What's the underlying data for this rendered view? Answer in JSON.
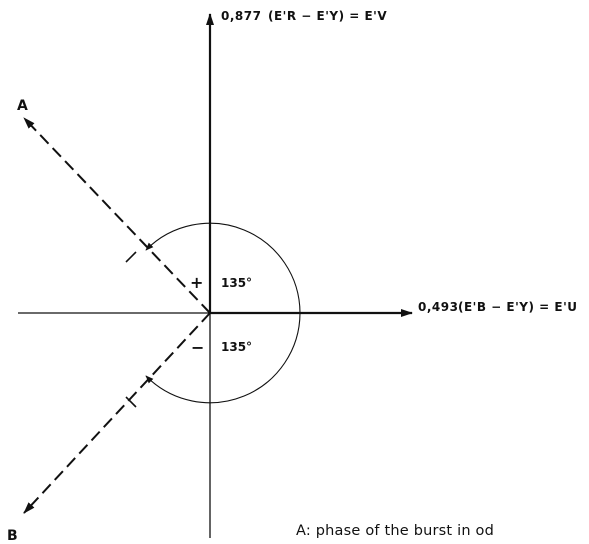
{
  "axes": {
    "vertical_coefficient": "0,877",
    "vertical_formula": "(E'R − E'Y) = E'V",
    "horizontal_coefficient": "0,493",
    "horizontal_formula": "(E'B − E'Y) = E'U"
  },
  "vectors": {
    "a_label": "A",
    "b_label": "B"
  },
  "angles": {
    "upper_sign": "+",
    "upper_value": "135°",
    "lower_sign": "−",
    "lower_value": "135°"
  },
  "legend": {
    "a_text": "A:  phase of the burst in od"
  },
  "colors": {
    "ink": "#111111",
    "background": "#ffffff"
  }
}
